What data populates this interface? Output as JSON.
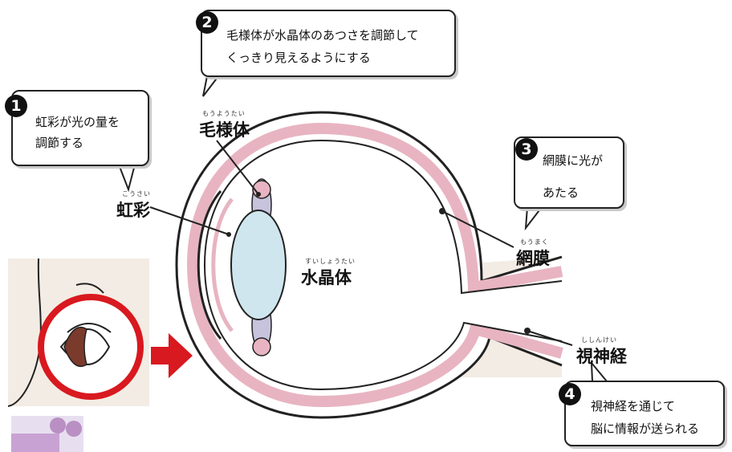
{
  "labels": {
    "iris": {
      "text": "虹彩",
      "ruby": "こうさい"
    },
    "ciliary_body": {
      "text": "毛様体",
      "ruby": "もうようたい"
    },
    "lens": {
      "text": "水晶体",
      "ruby": "すいしょうたい"
    },
    "retina": {
      "text": "網膜",
      "ruby": "もうまく"
    },
    "optic_nerve": {
      "text": "視神経",
      "ruby": "ししんけい"
    }
  },
  "steps": [
    {
      "num": "1",
      "lines": [
        "虹彩が光の量を",
        "調節する"
      ]
    },
    {
      "num": "2",
      "lines": [
        "毛様体が水晶体のあつさを調節して",
        "くっきり見えるようにする"
      ]
    },
    {
      "num": "3",
      "lines": [
        "網膜に光が",
        "あたる"
      ]
    },
    {
      "num": "4",
      "lines": [
        "視神経を通じて",
        "脳に情報が送られる"
      ]
    }
  ],
  "colors": {
    "tissue_pink": "#e8b4c1",
    "lens_blue": "#cfe6ee",
    "ciliary_lavender": "#c7c3dd",
    "nerve_beige": "#f3ece4",
    "highlight_red": "#d8191f",
    "outline": "#222222"
  }
}
